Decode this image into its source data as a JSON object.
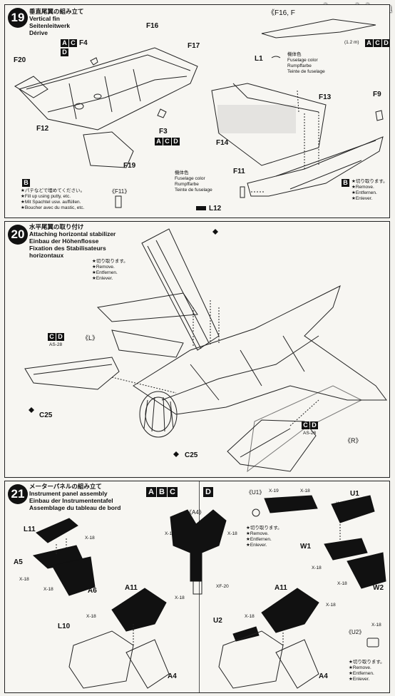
{
  "watermark": "scalemodels.ru",
  "step19": {
    "number": "19",
    "title_jp": "垂直尾翼の組み立て",
    "title_en": "Vertical fin",
    "title_de": "Seitenleitwerk",
    "title_fr": "Dérive",
    "top_label": "《F16, F",
    "dim": "(1.2 m)",
    "parts": [
      "F16",
      "F17",
      "F20",
      "F4",
      "F12",
      "F19",
      "F3",
      "L1",
      "F13",
      "F9",
      "F14",
      "F11",
      "L12"
    ],
    "color_note": [
      "機体色",
      "Fuselage color",
      "Rumpffarbe",
      "Teinte de fuselage"
    ],
    "color_note2": [
      "機体色",
      "Fuselage color",
      "Rumpffarbe",
      "Teinte de fuselage"
    ],
    "b_note": [
      "★パテなどで埋めてください。",
      "★Fill up using putty, etc.",
      "★Mit Spachtel usw. auffüllen.",
      "★Boucher avec du mastic, etc."
    ],
    "f11_ref": "《F11》",
    "remove_note": [
      "★切り取ります。",
      "★Remove.",
      "★Entfernen.",
      "★Enlever."
    ]
  },
  "step20": {
    "number": "20",
    "title_jp": "水平尾翼の取り付け",
    "title_en": "Attaching horizontal stabilizer",
    "title_de": "Einbau der Höhenflosse",
    "title_fr": "Fixation des Stabilisateurs horizontaux",
    "remove_note": [
      "★切り取ります。",
      "★Remove.",
      "★Entfernen.",
      "★Enlever."
    ],
    "left": "《L》",
    "right": "《R》",
    "as28": "AS-28",
    "c25": "C25"
  },
  "step21": {
    "number": "21",
    "title_jp": "メーターパネルの組み立て",
    "title_en": "Instrument panel assembly",
    "title_de": "Einbau der Instrumententafel",
    "title_fr": "Assemblage du tableau de bord",
    "a4_ref": "《A4》",
    "u1_ref": "《U1》",
    "u2_ref": "《U2》",
    "parts": [
      "L11",
      "A5",
      "A6",
      "A11",
      "L10",
      "A4",
      "U1",
      "W1",
      "W2",
      "U2"
    ],
    "marks": [
      "X-18",
      "X-19",
      "XF-20"
    ],
    "remove_note": [
      "★切り取ります。",
      "★Remove.",
      "★Entfernen.",
      "★Enlever."
    ],
    "remove_note2": [
      "★切り取ります。",
      "★Remove.",
      "★Entfernen.",
      "★Enlever."
    ]
  }
}
